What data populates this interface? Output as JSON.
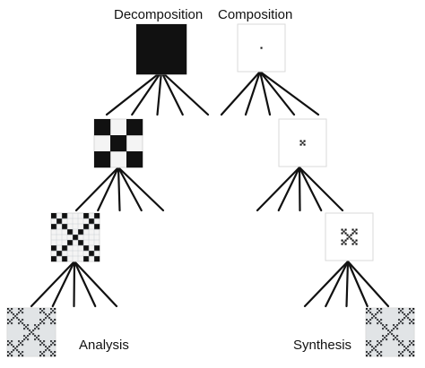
{
  "titles": {
    "decomposition": "Decomposition",
    "composition": "Composition"
  },
  "labels": {
    "analysis": "Analysis",
    "synthesis": "Synthesis"
  },
  "colors": {
    "line": "#111111",
    "dark_cell": "#111111",
    "light_cell": "#f4f4f4",
    "frame": "#d9d9d9",
    "grid": "#b8c0c8"
  },
  "branching_factor": 5
}
